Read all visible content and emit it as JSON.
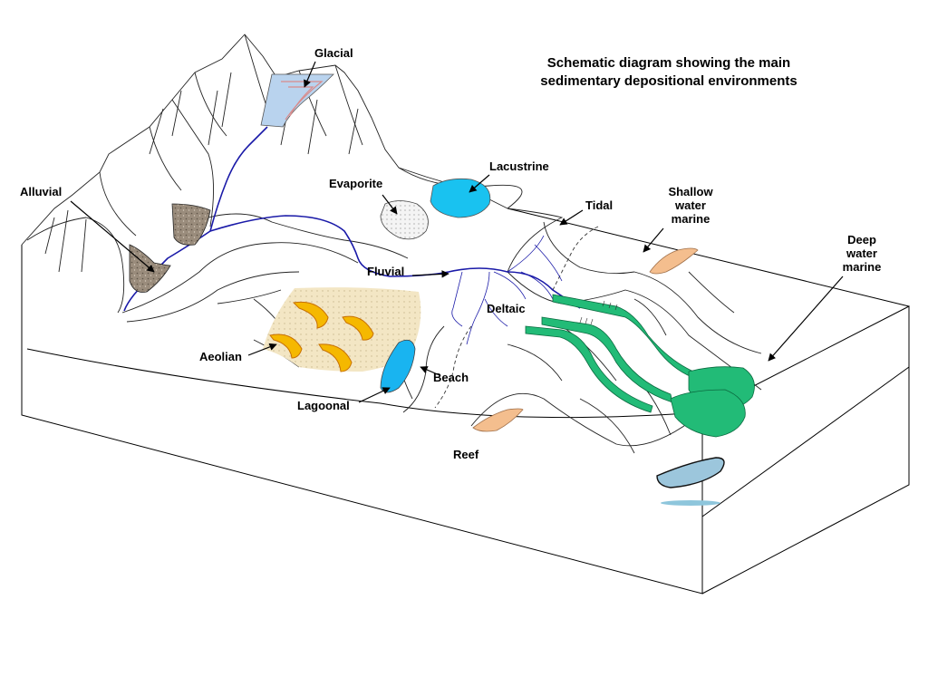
{
  "title": {
    "line1": "Schematic diagram showing the main",
    "line2": "sedimentary depositional environments"
  },
  "labels": {
    "glacial": "Glacial",
    "alluvial": "Alluvial",
    "evaporite": "Evaporite",
    "lacustrine": "Lacustrine",
    "tidal": "Tidal",
    "shallow_marine": {
      "line1": "Shallow",
      "line2": "water",
      "line3": "marine"
    },
    "deep_marine": {
      "line1": "Deep",
      "line2": "water",
      "line3": "marine"
    },
    "fluvial": "Fluvial",
    "deltaic": "Deltaic",
    "aeolian": "Aeolian",
    "beach": "Beach",
    "lagoonal": "Lagoonal",
    "reef": "Reef"
  },
  "colors": {
    "outline": "#000000",
    "river": "#1a1aa8",
    "glacier": "#b9d3ee",
    "glacier_edge": "#d98b8b",
    "alluvial_fan": "#9a8c7c",
    "lake": "#19c2f0",
    "evaporite": "#f0f0f0",
    "dune_field": "#f3e6c4",
    "dune": "#f5b800",
    "lagoon": "#19b4f0",
    "reef": "#f4be8e",
    "turbidite": "#22bb77",
    "deep_deposit": "#9cc6dc"
  }
}
